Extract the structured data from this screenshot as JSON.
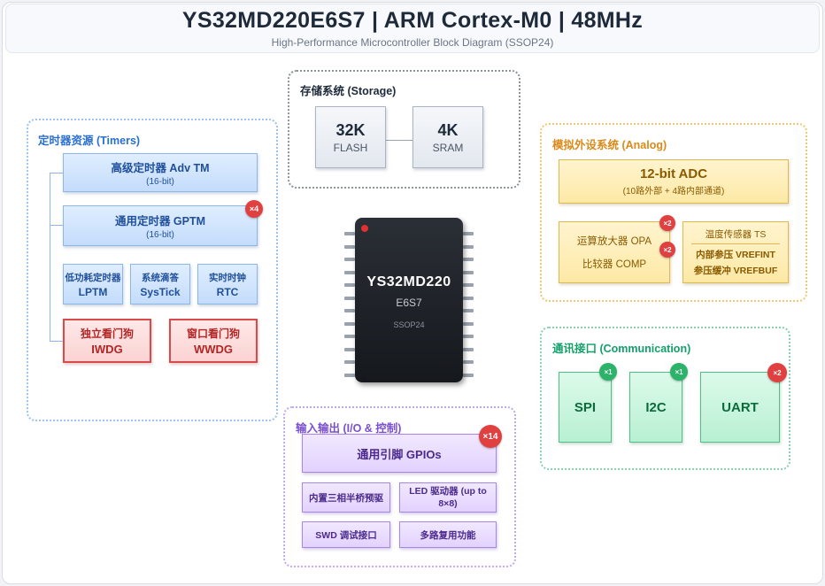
{
  "header": {
    "title": "YS32MD220E6S7 | ARM Cortex-M0 | 48MHz",
    "subtitle": "High-Performance Microcontroller Block Diagram (SSOP24)"
  },
  "chip": {
    "name": "YS32MD220",
    "variant": "E6S7",
    "package": "SSOP24"
  },
  "storage": {
    "title": "存储系统 (Storage)",
    "flash": {
      "size": "32K",
      "label": "FLASH"
    },
    "sram": {
      "size": "4K",
      "label": "SRAM"
    }
  },
  "timers": {
    "title": "定时器资源 (Timers)",
    "adv": {
      "label": "高级定时器 Adv TM",
      "sub": "(16-bit)"
    },
    "gptm": {
      "label": "通用定时器 GPTM",
      "sub": "(16-bit)",
      "badge": "×4"
    },
    "lptm": {
      "label": "低功耗定时器",
      "code": "LPTM"
    },
    "systick": {
      "label": "系统滴答",
      "code": "SysTick"
    },
    "rtc": {
      "label": "实时时钟",
      "code": "RTC"
    },
    "iwdg": {
      "label": "独立看门狗",
      "code": "IWDG"
    },
    "wwdg": {
      "label": "窗口看门狗",
      "code": "WWDG"
    }
  },
  "analog": {
    "title": "模拟外设系统 (Analog)",
    "adc": {
      "label": "12-bit ADC",
      "sub": "(10路外部 + 4路内部通道)"
    },
    "opa": {
      "label": "运算放大器 OPA",
      "badge": "×2"
    },
    "comp": {
      "label": "比较器 COMP",
      "badge": "×2"
    },
    "ts": "温度传感器 TS",
    "vrefint": "内部参压 VREFINT",
    "vrefbuf": "参压缓冲 VREFBUF"
  },
  "comm": {
    "title": "通讯接口 (Communication)",
    "spi": {
      "label": "SPI",
      "badge": "×1"
    },
    "i2c": {
      "label": "I2C",
      "badge": "×1"
    },
    "uart": {
      "label": "UART",
      "badge": "×2"
    }
  },
  "io": {
    "title": "输入输出 (I/O & 控制)",
    "gpio": {
      "label": "通用引脚 GPIOs",
      "badge": "×14"
    },
    "predriver": "内置三相半桥预驱",
    "led": "LED 驱动器 (up to 8×8)",
    "swd": "SWD 调试接口",
    "mux": "多路复用功能"
  },
  "colors": {
    "timers_accent": "#2a6fd1",
    "analog_accent": "#d98a1a",
    "comm_accent": "#13a06a",
    "io_accent": "#7a4fd1",
    "storage_accent": "#1e2a3a",
    "badge_red": "#e04040",
    "badge_green": "#2bb36a"
  }
}
